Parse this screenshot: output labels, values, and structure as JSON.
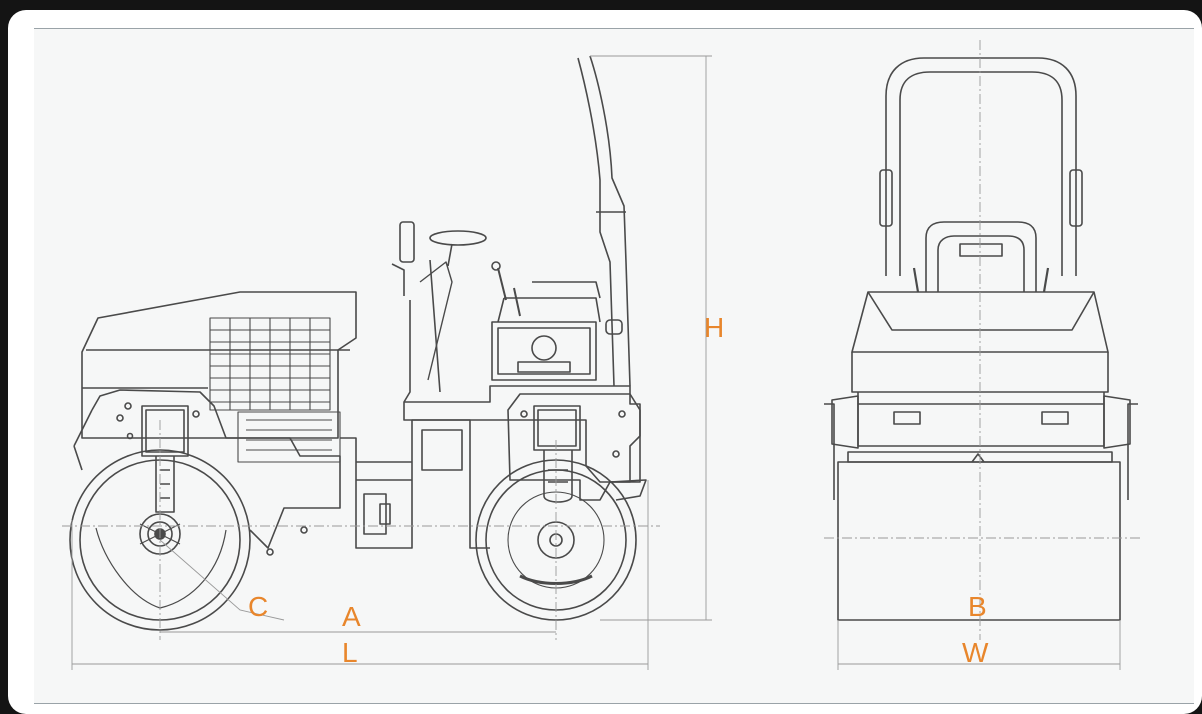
{
  "drawing": {
    "brand_plate": "",
    "colors": {
      "background": "#141414",
      "panel": "#f6f7f7",
      "line": "#4a4a4a",
      "dimension": "#e8862c"
    },
    "side_view_labels": {
      "height": "H",
      "axle_distance": "A",
      "length": "L",
      "clearance": "C"
    },
    "front_view_labels": {
      "drum_width": "B",
      "overall_width": "W"
    }
  }
}
